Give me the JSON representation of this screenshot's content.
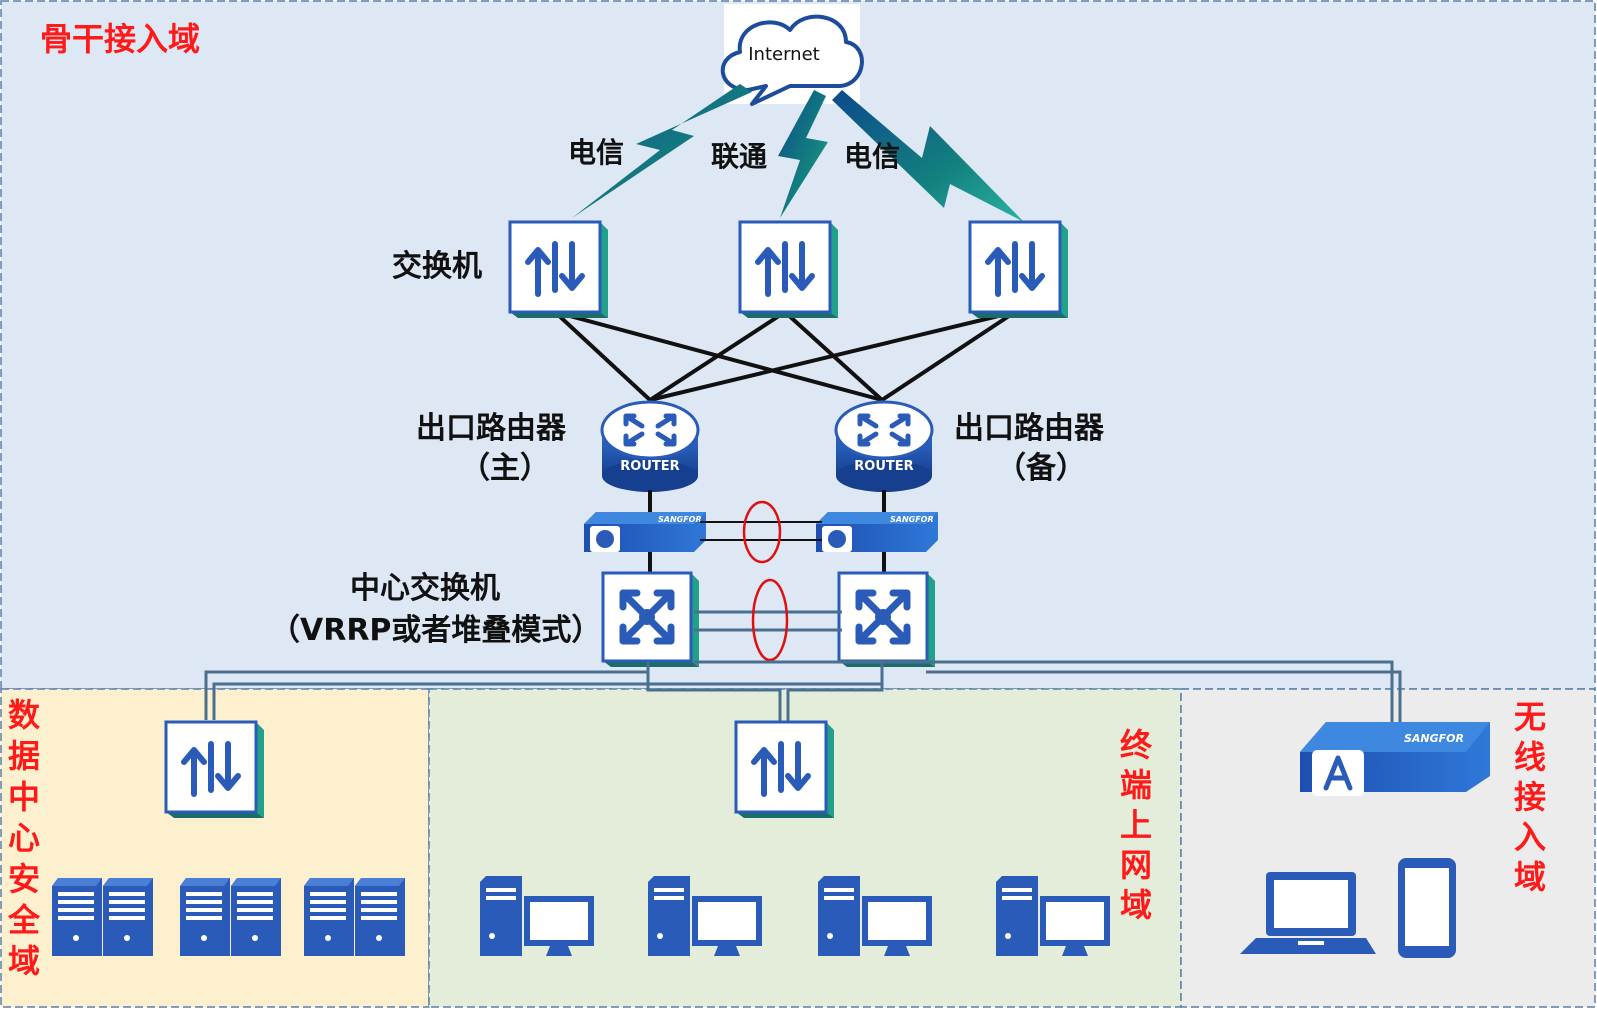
{
  "zones": {
    "backbone": "骨干接入域",
    "datacenter": [
      "数",
      "据",
      "中",
      "心",
      "安",
      "全",
      "域"
    ],
    "terminal": [
      "终",
      "端",
      "上",
      "网",
      "域"
    ],
    "wireless": [
      "无",
      "线",
      "接",
      "入",
      "域"
    ]
  },
  "internet": "Internet",
  "isp_links": [
    "电信",
    "联通",
    "电信"
  ],
  "switch_label": "交换机",
  "router_main": {
    "line1": "出口路由器",
    "line2": "（主）"
  },
  "router_backup": {
    "line1": "出口路由器",
    "line2": "（备）"
  },
  "router_caption": "ROUTER",
  "sangfor_brand": "SANGFOR",
  "core_switch": {
    "line1": "中心交换机",
    "line2": "（VRRP或者堆叠模式）"
  },
  "colors": {
    "backbone_bg": "#dde8f4",
    "datacenter_bg": "#fdf0cf",
    "terminal_bg": "#e3edd9",
    "wireless_bg": "#ececec",
    "device_blue": "#2a5bb8",
    "zone_title_red": "#ff1a1a"
  }
}
